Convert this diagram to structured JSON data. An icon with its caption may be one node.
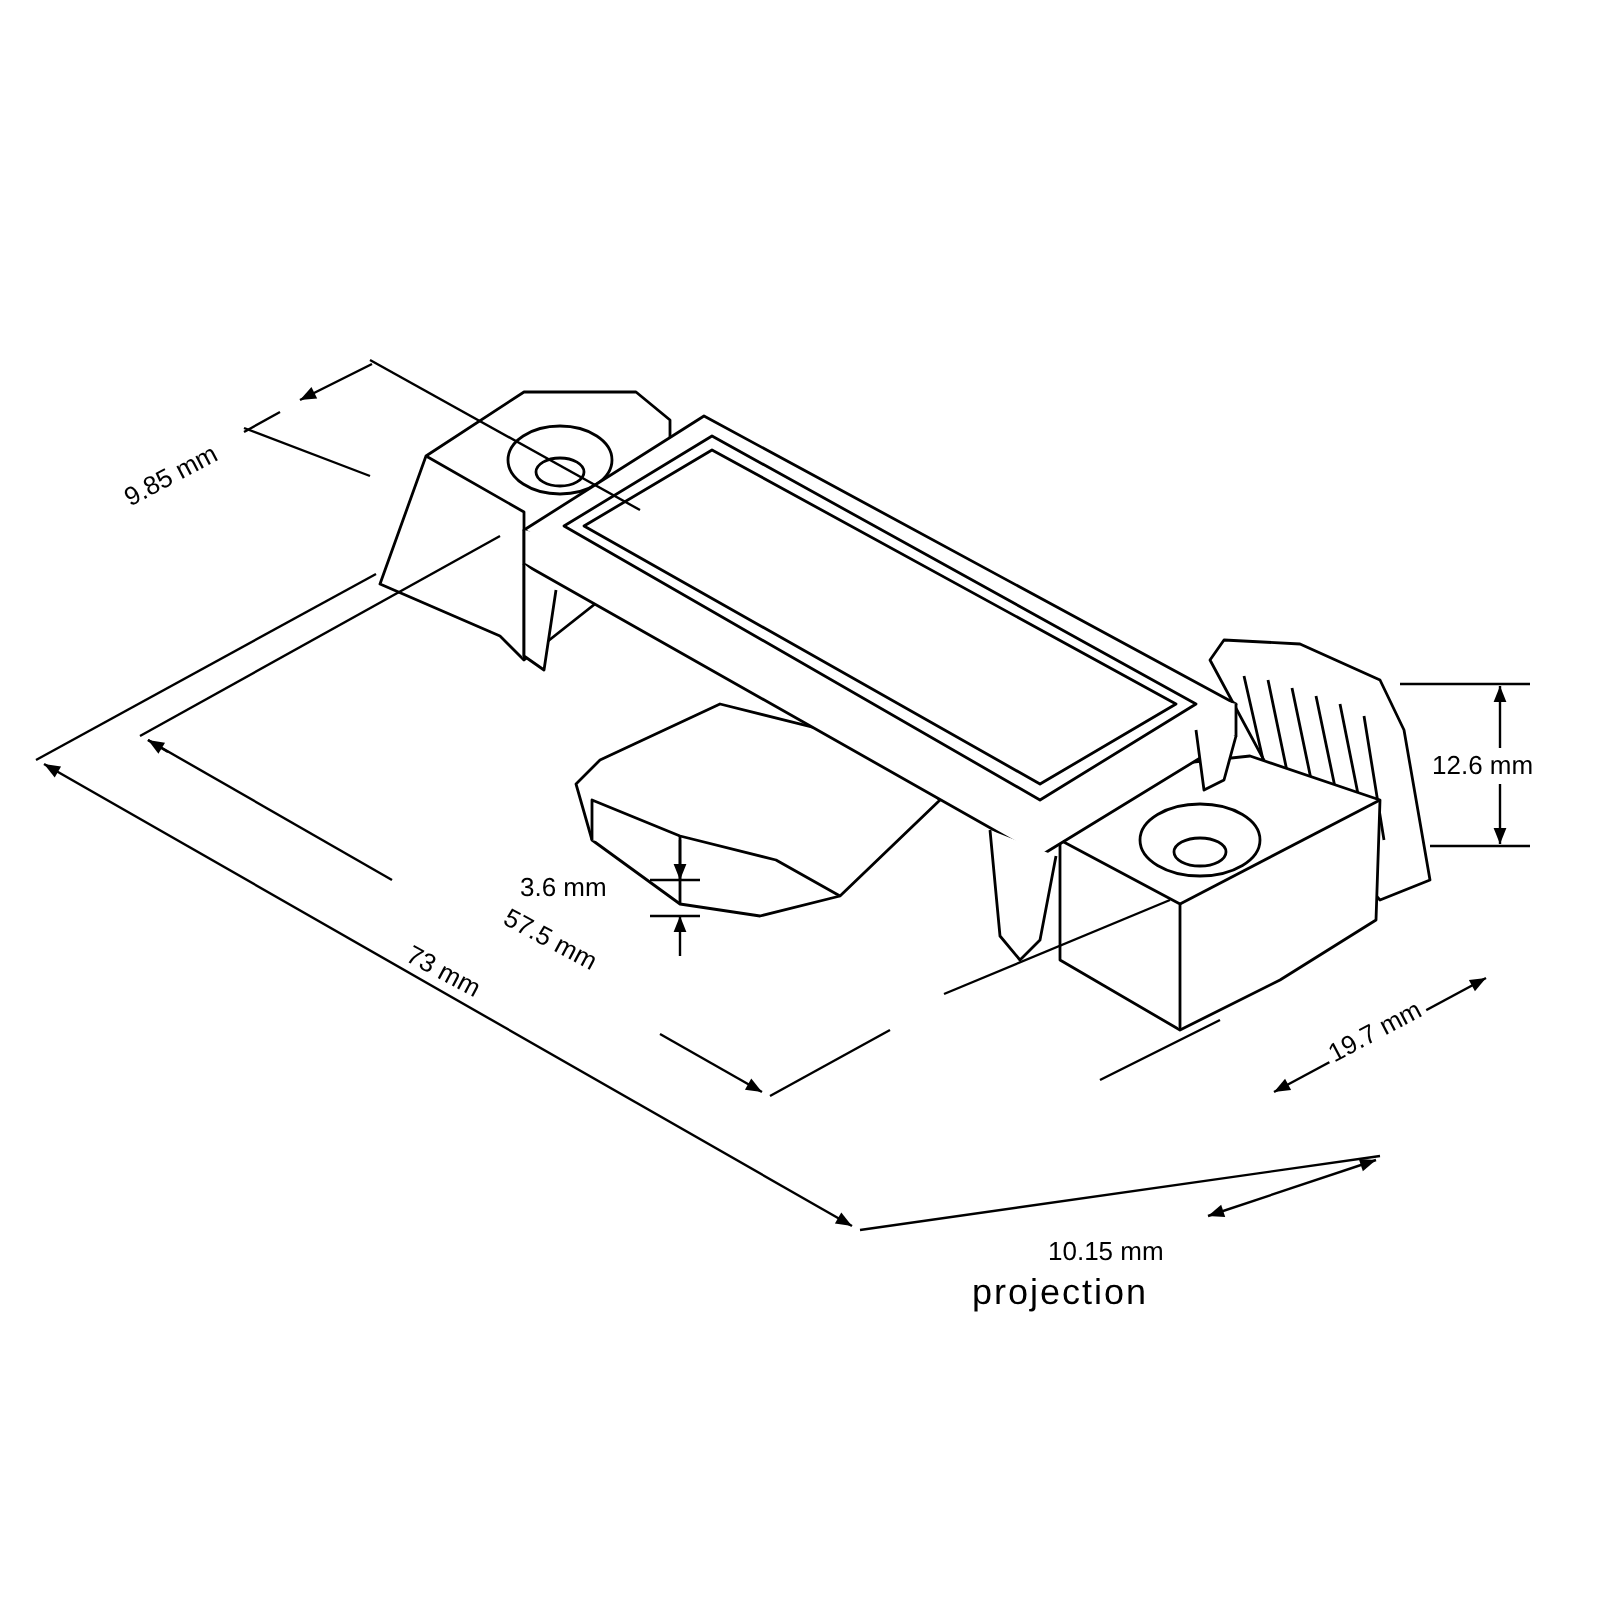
{
  "diagram": {
    "labels": [
      "9.85 mm",
      "12.6 mm",
      "3.6 mm",
      "57.5 mm",
      "73 mm",
      "19.7 mm",
      "10.15 mm",
      "projection"
    ]
  }
}
